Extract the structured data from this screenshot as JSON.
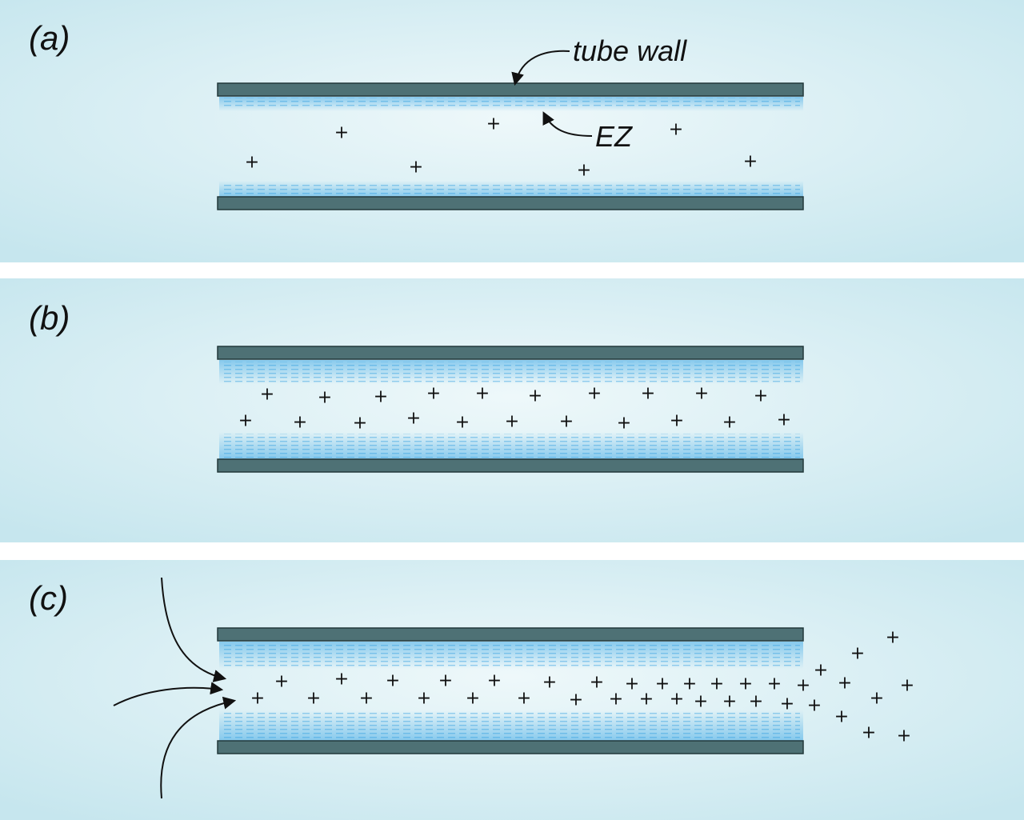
{
  "panels": [
    {
      "label": "(a)",
      "ez": "thin",
      "charges": "sparse"
    },
    {
      "label": "(b)",
      "ez": "thick",
      "charges": "dense"
    },
    {
      "label": "(c)",
      "ez": "thick",
      "charges": "flowing"
    }
  ],
  "annotations": {
    "tube_wall": "tube wall",
    "ez": "EZ"
  },
  "charge_symbol": "+",
  "colors": {
    "background": "#cfe9f0",
    "wall": "#4e7175",
    "ez": "#3fa9e6"
  }
}
